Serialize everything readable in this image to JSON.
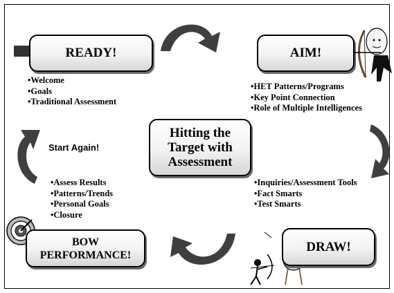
{
  "boxes": {
    "ready": "READY!",
    "aim": "AIM!",
    "center": "Hitting the Target with Assessment",
    "bow": "BOW PERFORMANCE!",
    "draw": "DRAW!"
  },
  "lists": {
    "ready": [
      "Welcome",
      "Goals",
      "Traditional Assessment"
    ],
    "aim": [
      "HET Patterns/Programs",
      "Key Point Connection",
      "Role of Multiple Intelligences"
    ],
    "draw": [
      "Inquiries/Assessment Tools",
      "Fact Smarts",
      "Test Smarts"
    ],
    "bow": [
      "Assess Results",
      "Patterns/Trends",
      "Personal Goals",
      "Closure"
    ]
  },
  "start_again": "Start Again!",
  "icons": [
    "right-arrow-icon",
    "archer-icon",
    "target-icon",
    "cycle-arrow-icon"
  ],
  "colors": {
    "arrow": "#3f3f3f",
    "box_gradient_bottom": "#d6d6d6",
    "border": "#000000"
  }
}
